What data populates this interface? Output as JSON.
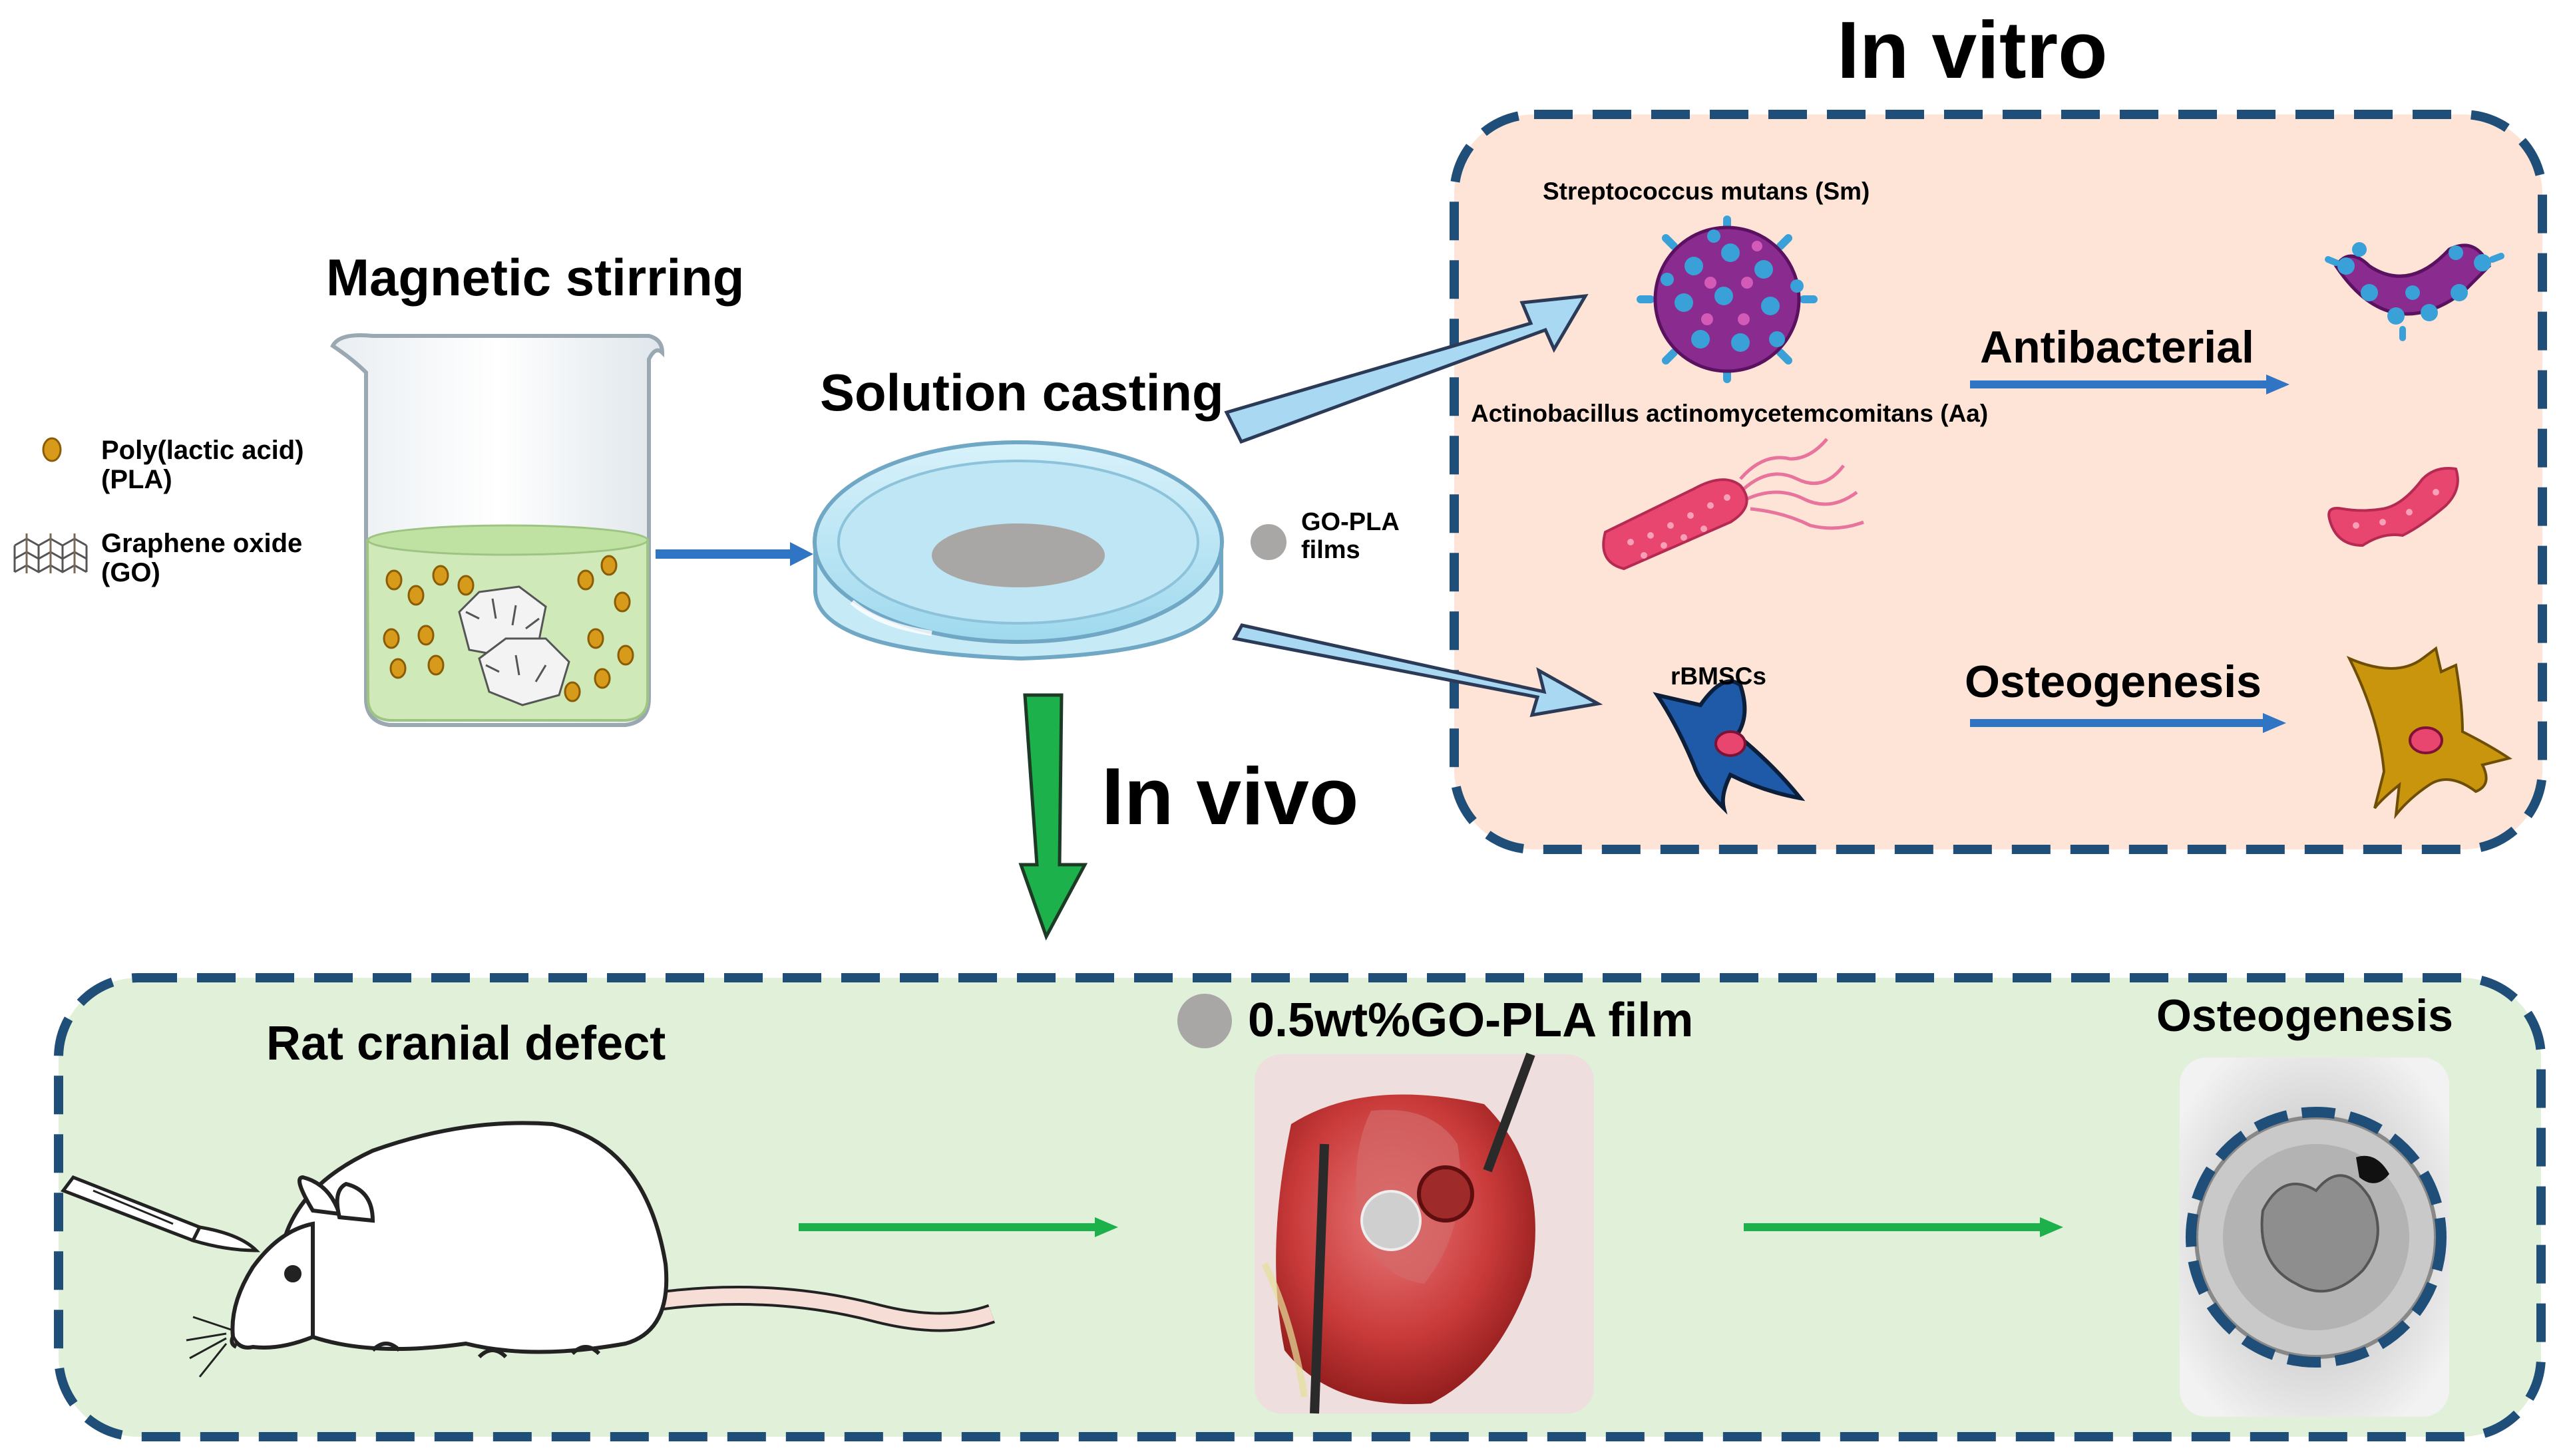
{
  "title_invitro": "In vitro",
  "title_invivo": "In vivo",
  "prep": {
    "stirring": "Magnetic stirring",
    "casting": "Solution casting",
    "legend": {
      "pla_line1": "Poly(lactic acid)",
      "pla_line2": "(PLA)",
      "go_line1": "Graphene oxide",
      "go_line2": "(GO)"
    },
    "films_line1": "GO-PLA",
    "films_line2": "films"
  },
  "invitro": {
    "sm": "Streptococcus mutans (Sm)",
    "aa": "Actinobacillus actinomycetemcomitans (Aa)",
    "antibacterial": "Antibacterial",
    "rbmsc": "rBMSCs",
    "osteogenesis": "Osteogenesis"
  },
  "invivo": {
    "rat": "Rat cranial defect",
    "film": "0.5wt%GO-PLA film",
    "osteogenesis": "Osteogenesis"
  },
  "colors": {
    "invitro_bg": "#fde4d6",
    "invivo_bg": "#e1f0d8",
    "border": "#1f4e79",
    "blue_arrow": "#2f75c4",
    "green_arrow": "#1db14b",
    "film_gray": "#a8a7a6",
    "pla_bead": "#d89a1a"
  }
}
